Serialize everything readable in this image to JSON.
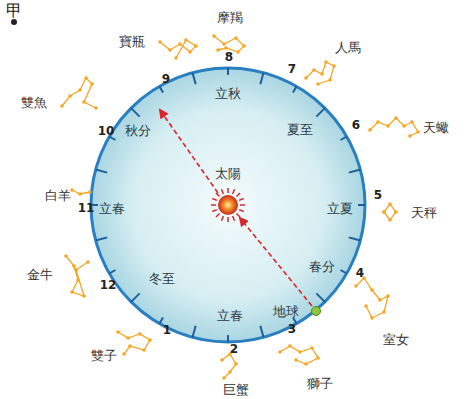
{
  "diagram": {
    "labels": [
      "甲",
      "摩羯",
      "8",
      "寶瓶",
      "9",
      "人馬",
      "7",
      "立秋",
      "天蠍",
      "6",
      "夏至",
      "雙魚",
      "10",
      "秋分",
      "太陽",
      "白羊",
      "11",
      "立春",
      "立夏",
      "5",
      "天秤",
      "金牛",
      "12",
      "冬至",
      "春分",
      "4",
      "立春",
      "地球",
      "室女",
      "1",
      "2",
      "3",
      "雙子",
      "巨蟹",
      "獅子"
    ]
  }
}
